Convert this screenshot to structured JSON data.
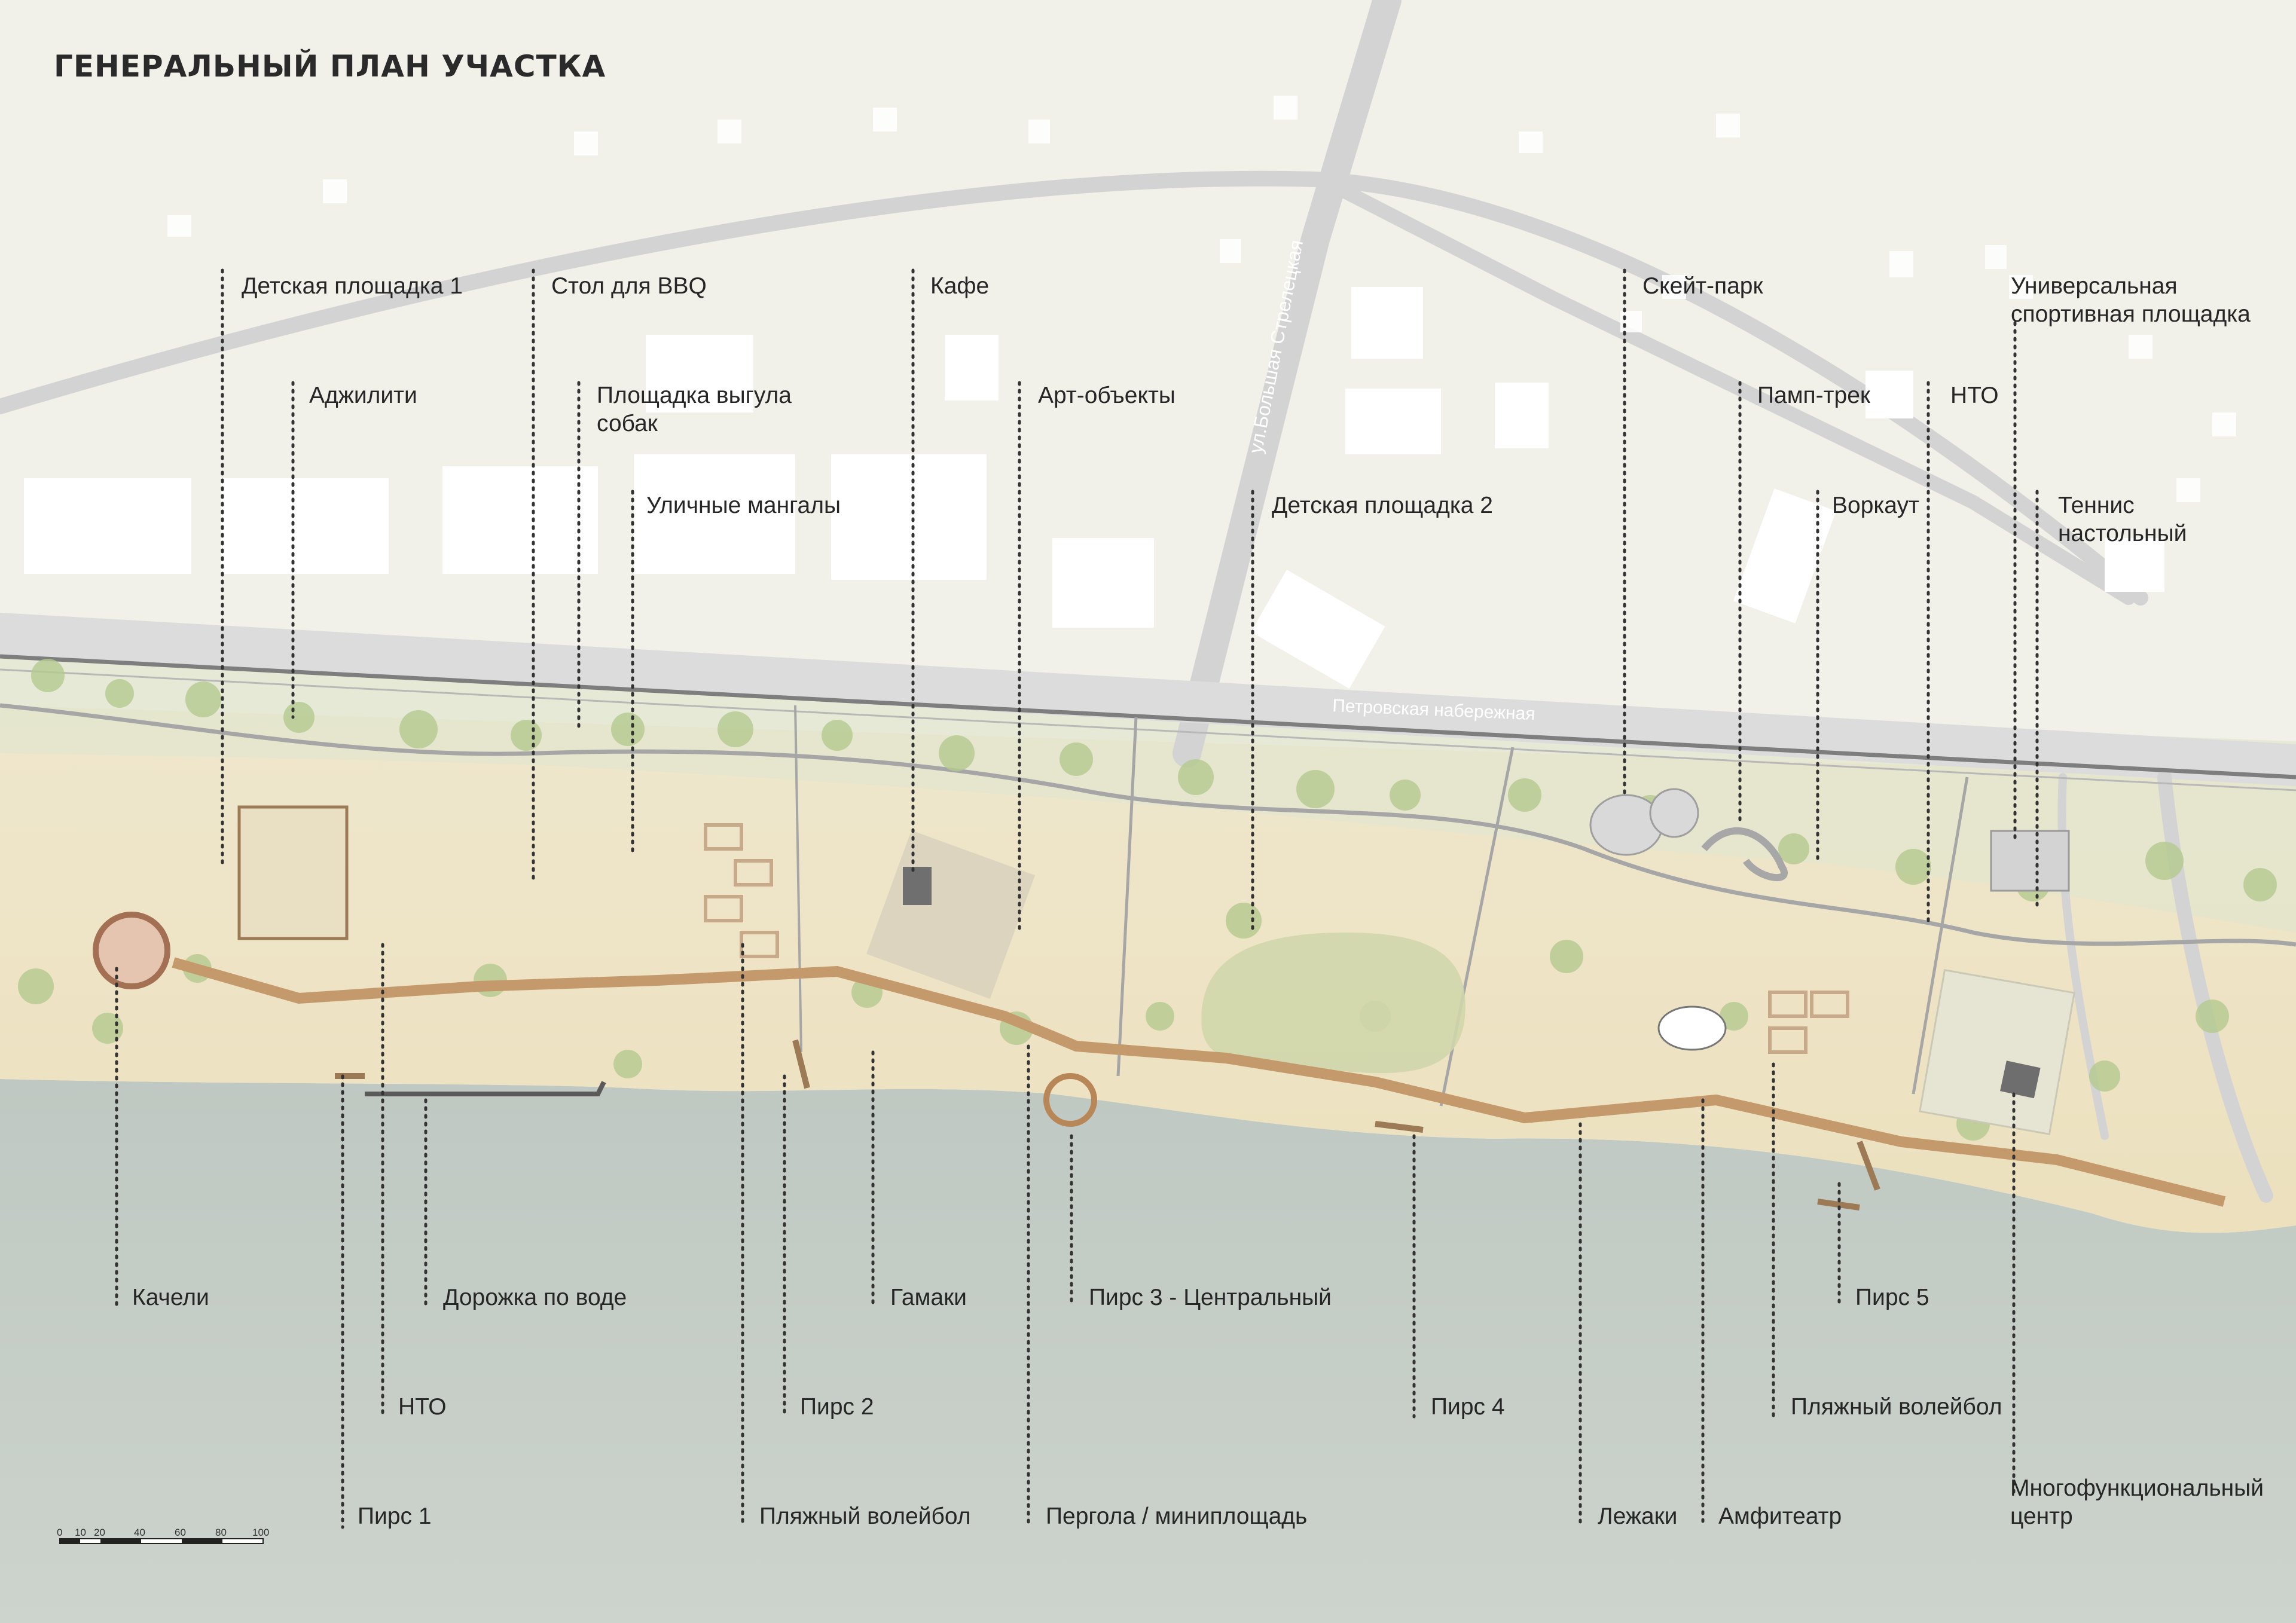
{
  "title": "ГЕНЕРАЛЬНЫЙ ПЛАН УЧАСТКА",
  "streets": {
    "street_vertical": "ул.Большая Стрелецкая",
    "embankment": "Петровская набережная"
  },
  "labels": {
    "childrens_playground_1": "Детская площадка 1",
    "agility": "Аджилити",
    "bbq_table": "Стол для BBQ",
    "dog_area_l1": "Площадка выгула",
    "dog_area_l2": "собак",
    "street_grills": "Уличные мангалы",
    "cafe": "Кафе",
    "art_objects": "Арт-объекты",
    "childrens_playground_2": "Детская площадка 2",
    "skate_park": "Скейт-парк",
    "pump_track": "Памп-трек",
    "nto_top": "НТО",
    "sports_ground_l1": "Универсальная",
    "sports_ground_l2": "спортивная площадка",
    "workout": "Воркаут",
    "table_tennis_l1": "Теннис",
    "table_tennis_l2": "настольный",
    "swings": "Качели",
    "water_path": "Дорожка по воде",
    "nto_bottom": "НТО",
    "pier_1": "Пирс 1",
    "hammocks": "Гамаки",
    "pier_2": "Пирс 2",
    "beach_volleyball_1": "Пляжный волейбол",
    "pier_3": "Пирс 3 - Центральный",
    "pergola": "Пергола / миниплощадь",
    "pier_4": "Пирс 4",
    "loungers": "Лежаки",
    "amphitheater": "Амфитеатр",
    "pier_5": "Пирс 5",
    "beach_volleyball_2": "Пляжный волейбол",
    "multifunctional_l1": "Многофункциональный",
    "multifunctional_l2": "центр"
  },
  "scale": {
    "ticks": [
      "0",
      "10",
      "20",
      "40",
      "60",
      "80",
      "100"
    ]
  },
  "colors": {
    "background": "#f1f1ea",
    "buildings": "#ffffff",
    "roads": "#d3d3d3",
    "sand": "#efe5c6",
    "water": "#c6cec8",
    "trees": "#b4c98f",
    "boardwalk": "#c49a6c",
    "leaders": "#333333"
  }
}
